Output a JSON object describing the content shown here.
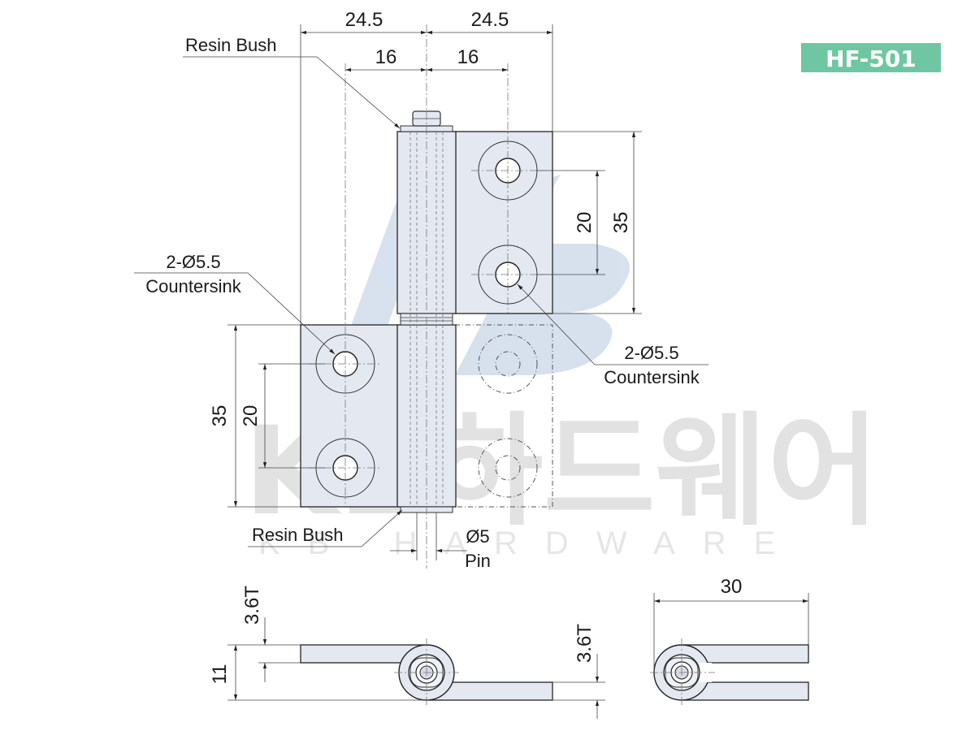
{
  "badge": {
    "text": "HF-501",
    "color": "#6fc6a3"
  },
  "watermark": {
    "main": "KB하드웨어",
    "sub": "KB HARDWARE",
    "logo": "KB"
  },
  "dimensions": {
    "top_left": "24.5",
    "top_right": "24.5",
    "inner_left": "16",
    "inner_right": "16",
    "right_hole_spacing": "20",
    "right_plate_height": "35",
    "left_plate_height": "35",
    "left_hole_spacing": "20",
    "pin_diameter": "Ø5",
    "pin_label": "Pin",
    "thickness_left": "3.6T",
    "thickness_right": "3.6T",
    "overall_height": "11",
    "side_width": "30"
  },
  "callouts": {
    "resin_bush_top": "Resin Bush",
    "resin_bush_bottom": "Resin Bush",
    "hole_left_size": "2-Ø5.5",
    "hole_left_type": "Countersink",
    "hole_right_size": "2-Ø5.5",
    "hole_right_type": "Countersink"
  }
}
